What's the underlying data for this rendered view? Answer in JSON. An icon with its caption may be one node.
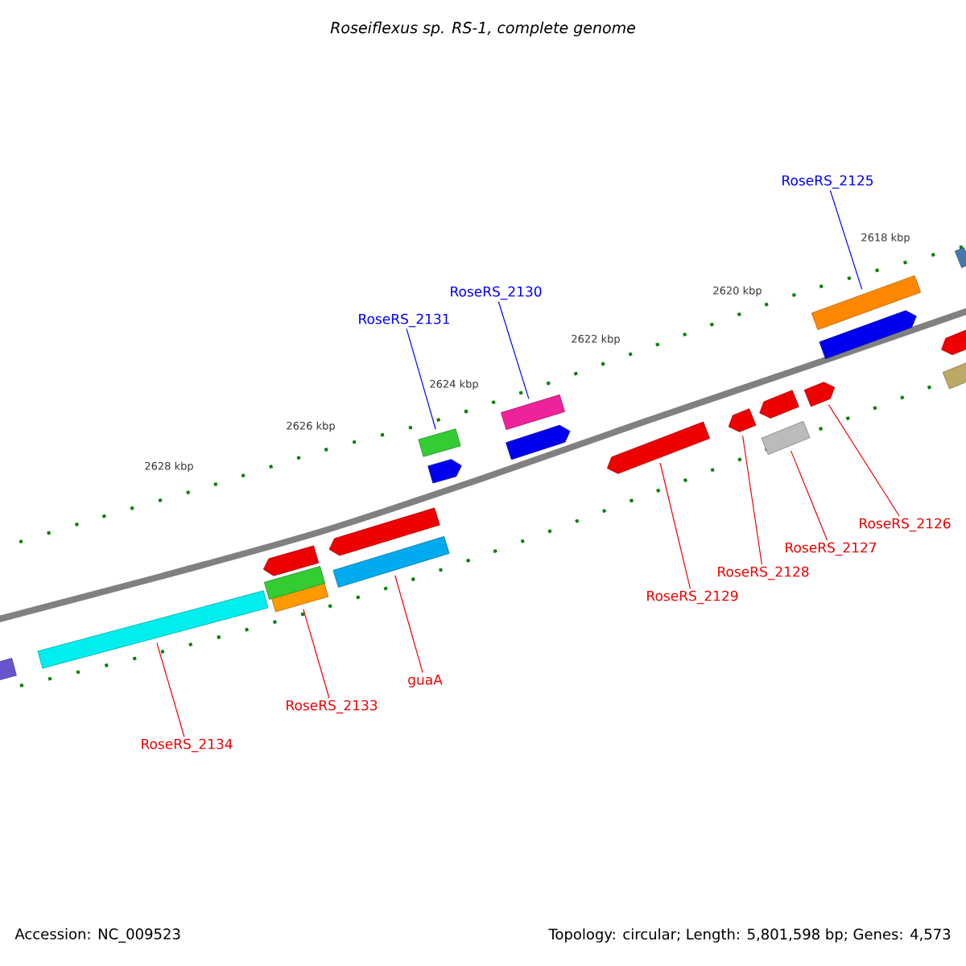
{
  "diagram": {
    "title": "Roseiflexus sp. RS-1, complete genome",
    "nodes": [
      {
        "text": [
          "RoseRS_2125"
        ]
      },
      {
        "text": [
          "RoseRS_2130"
        ]
      },
      {
        "text": [
          "RoseRS_2131"
        ]
      },
      {
        "text": [
          "RoseRS_2134"
        ]
      },
      {
        "text": [
          "RoseRS_2133"
        ]
      },
      {
        "text": [
          "guaA"
        ]
      },
      {
        "text": [
          "RoseRS_2129"
        ]
      },
      {
        "text": [
          "RoseRS_2128"
        ]
      },
      {
        "text": [
          "RoseRS_2127"
        ]
      },
      {
        "text": [
          "RoseRS_2126"
        ]
      },
      {
        "text": [],
        "shape": "bar"
      },
      {
        "text": [],
        "shape": "bar"
      },
      {
        "text": [],
        "shape": "bar"
      },
      {
        "text": [],
        "shape": "bar"
      },
      {
        "text": [],
        "shape": "bar"
      },
      {
        "text": [],
        "shape": "bar"
      },
      {
        "text": [],
        "shape": "bar"
      },
      {
        "text": [],
        "shape": "bar"
      },
      {
        "text": [],
        "shape": "bar"
      },
      {
        "text": [],
        "shape": "bar"
      },
      {
        "text": [],
        "shape": "bar"
      },
      {
        "text": [],
        "shape": "bar"
      },
      {
        "text": [],
        "shape": "bar"
      },
      {
        "text": [],
        "shape": "bar"
      },
      {
        "text": [],
        "shape": "bar"
      },
      {
        "text": [],
        "shape": "bar"
      },
      {
        "text": [],
        "shape": "bar"
      },
      {
        "text": [],
        "shape": "bar"
      },
      {
        "text": [],
        "shape": "bar"
      },
      {
        "text": [],
        "shape": "bar"
      },
      {
        "text": [],
        "shape": "bar"
      }
    ],
    "edges": [
      {
        "from": 0,
        "to": 10,
        "arrow": "none",
        "color": "#0000ff"
      },
      {
        "from": 1,
        "to": 11,
        "arrow": "none",
        "color": "#0000ff"
      },
      {
        "from": 2,
        "to": 12,
        "arrow": "none",
        "color": "#0000ff"
      },
      {
        "from": 3,
        "to": 13,
        "arrow": "none"
      },
      {
        "from": 4,
        "to": 14,
        "arrow": "none"
      },
      {
        "from": 5,
        "to": 15,
        "arrow": "none"
      },
      {
        "from": 6,
        "to": 16,
        "arrow": "none"
      },
      {
        "from": 7,
        "to": 17,
        "arrow": "none"
      },
      {
        "from": 8,
        "to": 18,
        "arrow": "none"
      },
      {
        "from": 9,
        "to": 19,
        "arrow": "none"
      }
    ],
    "labels": [
      "2618 kbp",
      "2620 kbp",
      "2622 kbp",
      "2624 kbp",
      "2626 kbp",
      "2628 kbp",
      "Accession: NC_009523",
      "Topology: circular; Length: 5,801,598 bp; Genes: 4,573"
    ]
  }
}
